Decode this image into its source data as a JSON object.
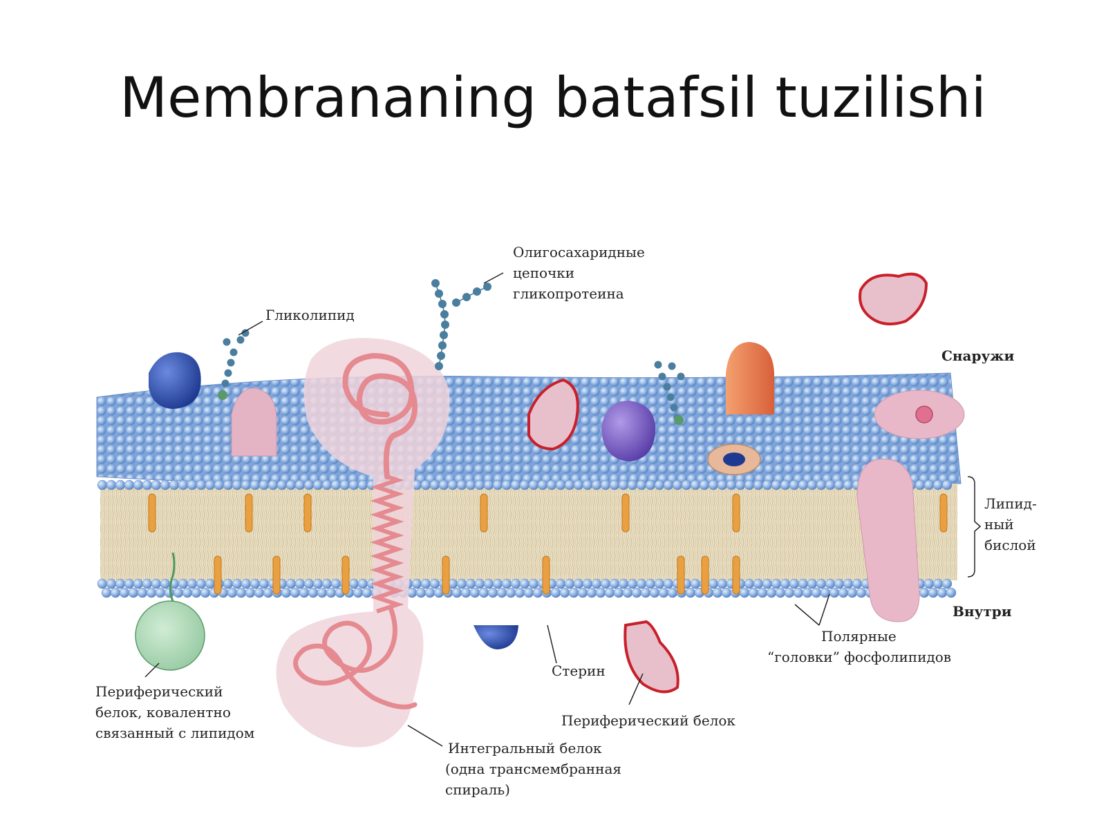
{
  "title": "Membrananing batafsil tuzilishi",
  "labels": {
    "oligosaccharide": [
      "Олигосахаридные",
      "цепочки",
      "гликопротеина"
    ],
    "glycolipid": [
      "Гликолипид"
    ],
    "outside": [
      "Снаружи"
    ],
    "bilayer": [
      "Липид-",
      "ный",
      "бислой"
    ],
    "inside": [
      "Внутри"
    ],
    "polar_heads": [
      "Полярные",
      "“головки” фосфолипидов"
    ],
    "sterol": [
      "Стерин"
    ],
    "peripheral": [
      "Периферический белок"
    ],
    "integral": [
      "Интегральный белок",
      "(одна трансмембранная",
      "спираль)"
    ],
    "peripheral_lipid": [
      "Периферический",
      "белок, ковалентно",
      "связанный с липидом"
    ]
  },
  "colors": {
    "head": "#8fb4e3",
    "tail": "#e8dcc0",
    "sterol": "#e8a23a",
    "protein_pink": "#e8b8c8",
    "protein_blue": "#2a4ea8",
    "protein_purple": "#7a5cc0",
    "protein_orange": "#e8784a",
    "protein_green": "#a8d4b0",
    "helix": "#e88a8a",
    "accent_red": "#c8202a",
    "glyco_chain": "#3a6e8e"
  }
}
